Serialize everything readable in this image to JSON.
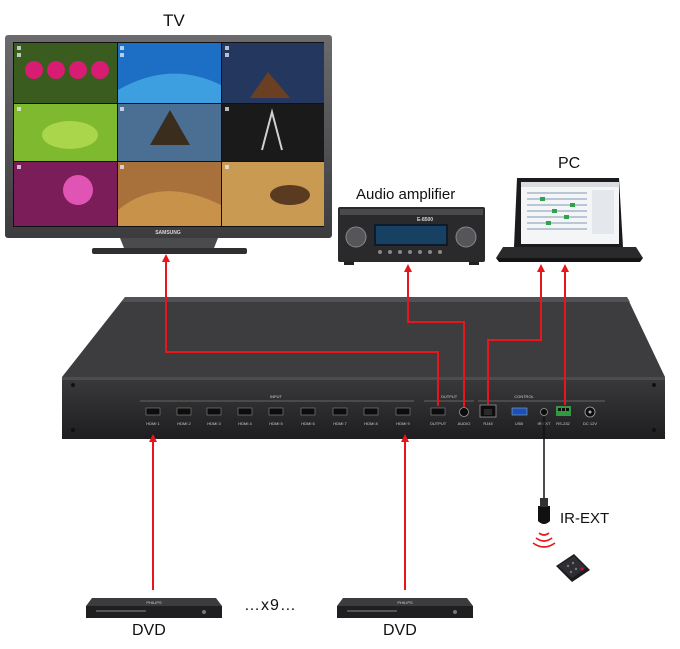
{
  "labels": {
    "tv": "TV",
    "amplifier": "Audio amplifier",
    "pc": "PC",
    "ir_ext": "IR-EXT",
    "dvd_left": "DVD",
    "dvd_right": "DVD",
    "repeat": "…x9…"
  },
  "device": {
    "section_input": "INPUT",
    "section_output": "OUTPUT",
    "section_control": "CONTROL",
    "ports": [
      "HDMI 1",
      "HDMI 2",
      "HDMI 3",
      "HDMI 4",
      "HDMI 5",
      "HDMI 6",
      "HDMI 7",
      "HDMI 8",
      "HDMI 9"
    ],
    "output_port": "OUTPUT",
    "audio_port": "AUDIO",
    "rj45_port": "RJ45",
    "usb_port": "USB",
    "ir_port": "IR EXT",
    "rs232_port": "RS-232",
    "dc_port": "DC 12V"
  },
  "tv_brand": "SAMSUNG",
  "amp_model": "E-8500",
  "dvd_brand": "PHILIPS",
  "colors": {
    "cable": "#e8151b",
    "device_body": "#2b2b2c"
  }
}
